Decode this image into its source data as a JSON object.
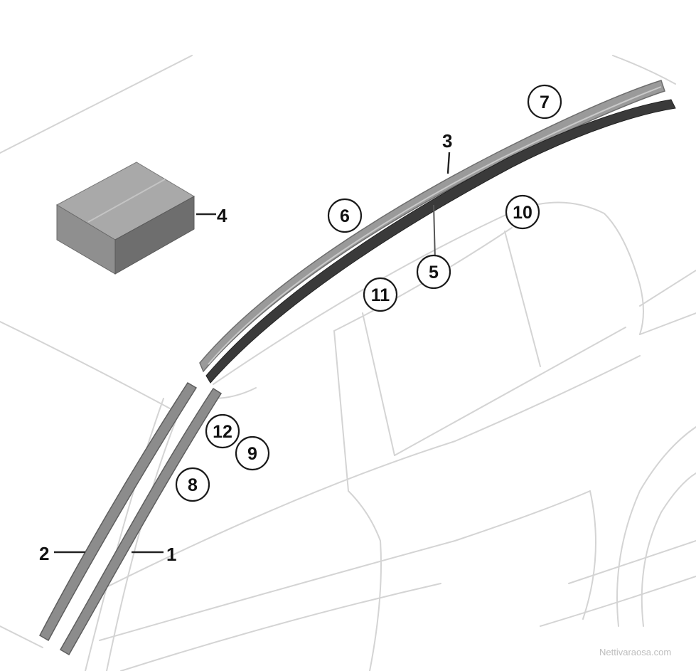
{
  "callouts": {
    "c1": "1",
    "c2": "2",
    "c3": "3",
    "c4": "4",
    "c5": "5",
    "c6": "6",
    "c7": "7",
    "c8": "8",
    "c9": "9",
    "c10": "10",
    "c11": "11",
    "c12": "12"
  },
  "watermark": "Nettivaraosa.com",
  "colors": {
    "outline": "#d4d4d4",
    "trim_light": "#9a9a9a",
    "trim_dark": "#3a3a3a",
    "box_top": "#a9a9a9",
    "box_front": "#8f8f8f",
    "box_side": "#6e6e6e"
  }
}
